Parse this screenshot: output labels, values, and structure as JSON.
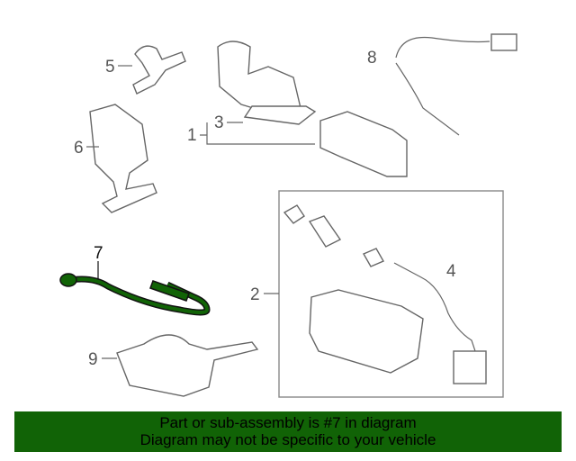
{
  "diagram": {
    "callouts": [
      "1",
      "2",
      "3",
      "4",
      "5",
      "6",
      "7",
      "8",
      "9"
    ],
    "highlighted_part": "7",
    "highlight_color": "#116306"
  },
  "banner": {
    "line1": "Part or sub-assembly is #7 in diagram",
    "line2": "Diagram may not be specific to your vehicle"
  }
}
